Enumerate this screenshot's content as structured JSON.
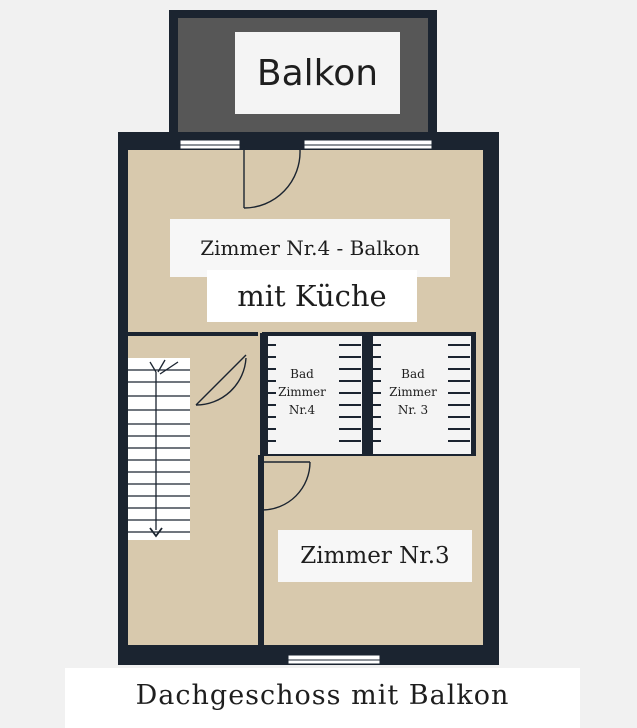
{
  "rooms": {
    "balkon": "Balkon",
    "zimmer4_line1": "Zimmer Nr.4 - Balkon",
    "zimmer4_line2": "mit Küche",
    "bad4": "Bad\nZimmer\nNr.4",
    "bad3": "Bad\nZimmer\nNr. 3",
    "zimmer3": "Zimmer Nr.3"
  },
  "caption": "Dachgeschoss mit Balkon",
  "colors": {
    "wall": "#1b2430",
    "floor": "#d8c9ad",
    "wet_room": "#f4f4f4",
    "balcony": "#575757",
    "page": "#f1f1f1"
  }
}
